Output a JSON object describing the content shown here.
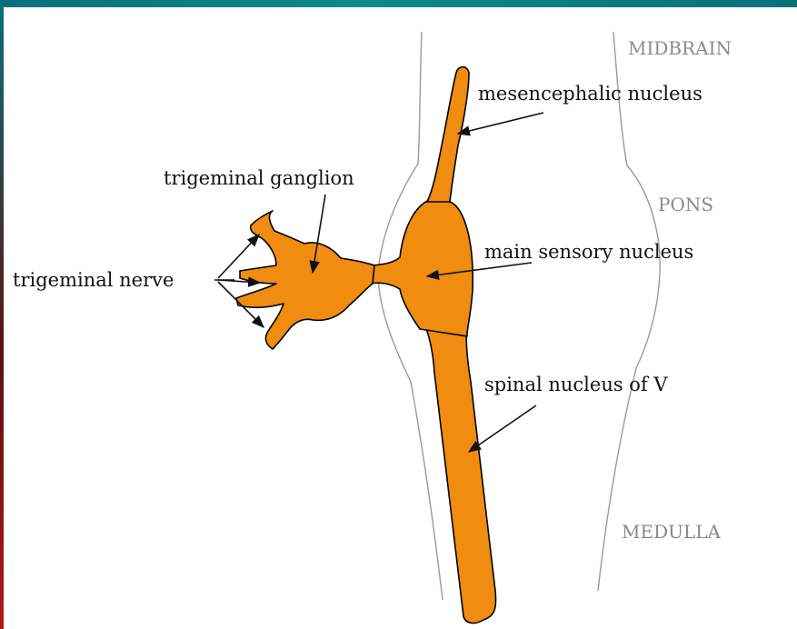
{
  "colors": {
    "nucleus_fill": "#f08c10",
    "brainstem_outline": "#9a9a9a",
    "frame_teal": "#0a7f84",
    "frame_red": "#b01818"
  },
  "regions": {
    "midbrain": "MIDBRAIN",
    "pons": "PONS",
    "medulla": "MEDULLA"
  },
  "labels": {
    "mesencephalic_nucleus": "mesencephalic nucleus",
    "trigeminal_ganglion": "trigeminal ganglion",
    "main_sensory_nucleus": "main sensory nucleus",
    "trigeminal_nerve": "trigeminal nerve",
    "spinal_nucleus": "spinal nucleus of V"
  }
}
